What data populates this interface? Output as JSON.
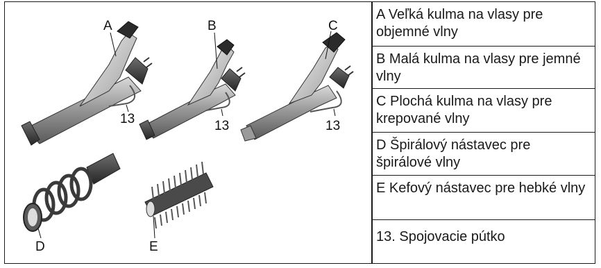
{
  "figure": {
    "labels": {
      "a": "A",
      "b": "B",
      "c": "C",
      "d": "D",
      "e": "E",
      "clip_a": "13",
      "clip_b": "13",
      "clip_c": "13"
    }
  },
  "legend": {
    "items": [
      {
        "key": "A",
        "text": "Veľká kulma na vlasy pre objemné vlny"
      },
      {
        "key": "B",
        "text": "Malá kulma na vlasy pre jemné vlny"
      },
      {
        "key": "C",
        "text": "Plochá kulma na vlasy pre krepované vlny"
      },
      {
        "key": "D",
        "text": "Špirálový nástavec pre špirálové vlny"
      },
      {
        "key": "E",
        "text": "Kefový nástavec pre hebké vlny"
      },
      {
        "key": "13.",
        "text": "Spojovacie pútko"
      }
    ]
  }
}
